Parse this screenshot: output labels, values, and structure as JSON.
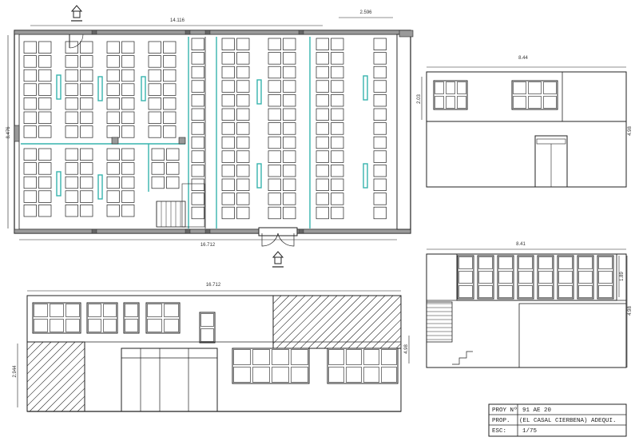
{
  "drawing": {
    "plan": {
      "dims": {
        "top_width": "14.116",
        "top_extra": "2.596",
        "left_height": "8.476",
        "bottom_width": "16.712"
      }
    },
    "east_elevation": {
      "dims": {
        "width": "8.44",
        "height": "4.98",
        "upper": "2.03"
      }
    },
    "west_elevation": {
      "dims": {
        "width": "8.41",
        "height": "4.98",
        "upper": "1.89"
      }
    },
    "front_elevation": {
      "dims": {
        "width": "16.712",
        "height": "4.98",
        "left": "2.944"
      }
    },
    "title_block": {
      "project_label": "PROY Nº",
      "project_value": "91 AE 20",
      "owner_label": "PROP.",
      "owner_value": "(EL CASAL CIERBENA) ADEQUI.",
      "scale_label": "ESC:",
      "scale_value": "1/75"
    },
    "colors": {
      "line": "#222222",
      "wall": "#9a9a9a",
      "accent": "#37b3ad"
    }
  }
}
